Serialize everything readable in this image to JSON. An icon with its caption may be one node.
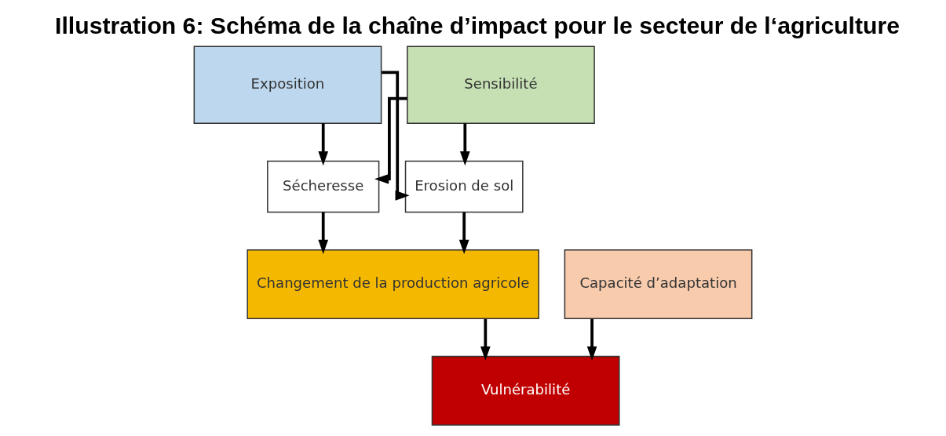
{
  "diagram": {
    "title": "Illustration 6: Schéma de la chaîne d’impact pour le secteur de l‘agriculture",
    "nodes": [
      {
        "text": [
          "Exposition"
        ]
      },
      {
        "text": [
          "Sensibilité"
        ]
      },
      {
        "text": [
          "Sécheresse"
        ]
      },
      {
        "text": [
          "Erosion de sol"
        ]
      },
      {
        "text": [
          "Changement de la production agricole"
        ]
      },
      {
        "text": [
          "Capacité d’adaptation"
        ]
      },
      {
        "text": [
          "Vulnérabilité"
        ]
      }
    ],
    "edges": [
      {
        "from": 0,
        "to": 2,
        "arrow": "to"
      },
      {
        "from": 0,
        "to": 3,
        "arrow": "to"
      },
      {
        "from": 1,
        "to": 2,
        "arrow": "to"
      },
      {
        "from": 1,
        "to": 3,
        "arrow": "to"
      },
      {
        "from": 2,
        "to": 4,
        "arrow": "to"
      },
      {
        "from": 3,
        "to": 4,
        "arrow": "to"
      },
      {
        "from": 4,
        "to": 6,
        "arrow": "to"
      },
      {
        "from": 5,
        "to": 6,
        "arrow": "to"
      }
    ]
  }
}
